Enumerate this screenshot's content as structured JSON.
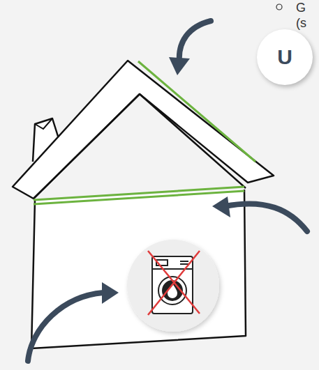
{
  "diagram": {
    "nodes": [
      {
        "text": [
          "U"
        ]
      }
    ],
    "labels": [
      "G",
      "(s"
    ]
  }
}
